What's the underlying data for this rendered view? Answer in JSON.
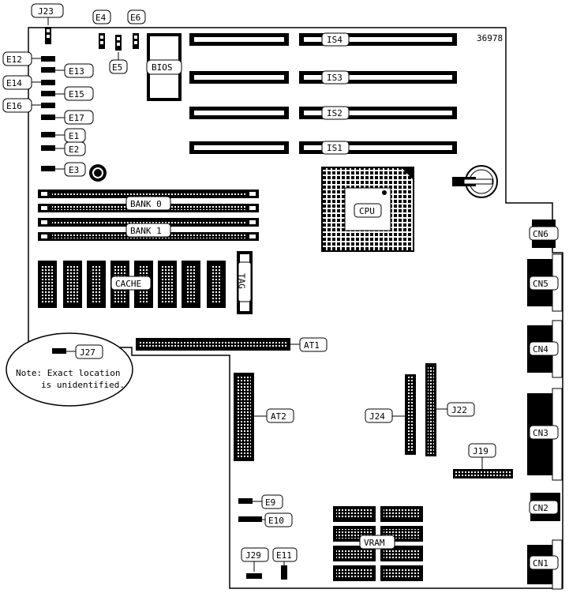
{
  "board_number": "36978",
  "callouts": {
    "J23": "J23",
    "E4": "E4",
    "E6": "E6",
    "E5": "E5",
    "E12": "E12",
    "E13": "E13",
    "E14": "E14",
    "E15": "E15",
    "E16": "E16",
    "E17": "E17",
    "E1": "E1",
    "E2": "E2",
    "E3": "E3",
    "BIOS": "BIOS",
    "IS4": "IS4",
    "IS3": "IS3",
    "IS2": "IS2",
    "IS1": "IS1",
    "CPU": "CPU",
    "BANK0": "BANK 0",
    "BANK1": "BANK 1",
    "CACHE": "CACHE",
    "TAG": "TAG",
    "CN6": "CN6",
    "CN5": "CN5",
    "CN4": "CN4",
    "CN3": "CN3",
    "CN2": "CN2",
    "CN1": "CN1",
    "J27": "J27",
    "AT1": "AT1",
    "AT2": "AT2",
    "J24": "J24",
    "J22": "J22",
    "J19": "J19",
    "E9": "E9",
    "E10": "E10",
    "VRAM": "VRAM",
    "J29": "J29",
    "E11": "E11"
  },
  "note": {
    "line1": "Note: Exact location",
    "line2": "is unidentified."
  }
}
